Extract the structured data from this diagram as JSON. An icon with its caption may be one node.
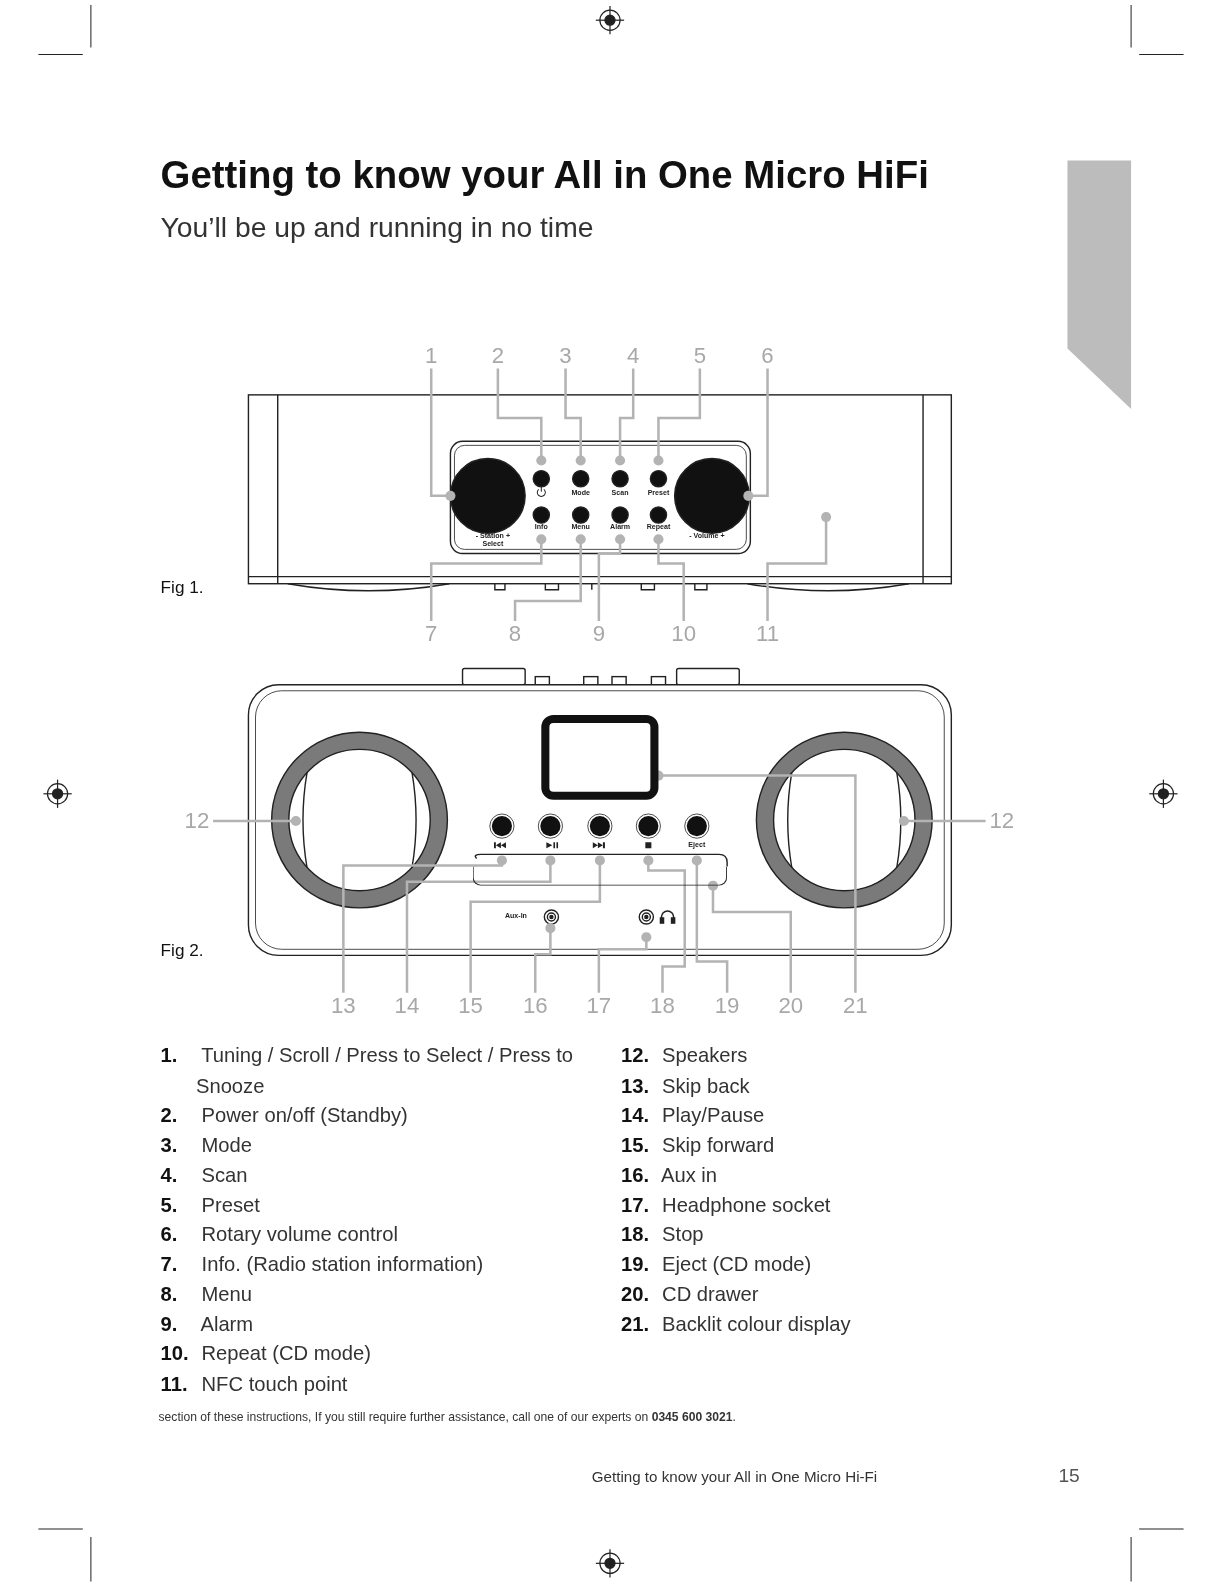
{
  "diagram": {
    "title": "Getting to know your All in One Micro HiFi",
    "nodes": [
      {
        "text": [
          "1"
        ]
      },
      {
        "text": [
          "2"
        ]
      },
      {
        "text": [
          "3"
        ]
      },
      {
        "text": [
          "4"
        ]
      },
      {
        "text": [
          "5"
        ]
      },
      {
        "text": [
          "6"
        ]
      },
      {
        "text": [
          "7"
        ]
      },
      {
        "text": [
          "8"
        ]
      },
      {
        "text": [
          "9"
        ]
      },
      {
        "text": [
          "10"
        ]
      },
      {
        "text": [
          "11"
        ]
      },
      {
        "text": [
          "12"
        ]
      },
      {
        "text": [
          "12"
        ]
      },
      {
        "text": [
          "13"
        ]
      },
      {
        "text": [
          "14"
        ]
      },
      {
        "text": [
          "15"
        ]
      },
      {
        "text": [
          "16"
        ]
      },
      {
        "text": [
          "17"
        ]
      },
      {
        "text": [
          "18"
        ]
      },
      {
        "text": [
          "19"
        ]
      },
      {
        "text": [
          "20"
        ]
      },
      {
        "text": [
          "21"
        ]
      },
      {
        "text": [
          "Info"
        ]
      },
      {
        "text": [
          "Menu"
        ]
      },
      {
        "text": [
          "Alarm"
        ]
      },
      {
        "text": [
          "Repeat"
        ]
      },
      {
        "text": [],
        "shape": "circle"
      },
      {
        "text": [],
        "shape": "circle"
      },
      {
        "text": [],
        "shape": "circle"
      },
      {
        "text": [],
        "shape": "circle"
      },
      {
        "text": [
          "Eject"
        ]
      },
      {
        "text": [
          "Aux-In"
        ]
      },
      {
        "text": [],
        "shape": "box"
      },
      {
        "text": [],
        "shape": "box"
      }
    ],
    "edges": [
      {
        "from": 0,
        "to": null,
        "arrow": "other"
      },
      {
        "from": 1,
        "to": null,
        "arrow": "other"
      },
      {
        "from": 2,
        "to": null,
        "arrow": "other"
      },
      {
        "from": 3,
        "to": null,
        "arrow": "other"
      },
      {
        "from": 4,
        "to": null,
        "arrow": "other"
      },
      {
        "from": 5,
        "to": null,
        "arrow": "other"
      },
      {
        "from": 6,
        "to": 22,
        "arrow": "other"
      },
      {
        "from": 7,
        "to": 23,
        "arrow": "other"
      },
      {
        "from": 8,
        "to": 24,
        "arrow": "other"
      },
      {
        "from": 9,
        "to": 25,
        "arrow": "other"
      },
      {
        "from": 10,
        "to": null,
        "arrow": "other"
      },
      {
        "from": 11,
        "to": null,
        "arrow": "other"
      },
      {
        "from": 12,
        "to": null,
        "arrow": "other"
      },
      {
        "from": 13,
        "to": 26,
        "arrow": "other"
      },
      {
        "from": 14,
        "to": 27,
        "arrow": "other"
      },
      {
        "from": 15,
        "to": 28,
        "arrow": "other"
      },
      {
        "from": 16,
        "to": 31,
        "arrow": "other"
      },
      {
        "from": 17,
        "to": null,
        "arrow": "other"
      },
      {
        "from": 18,
        "to": 29,
        "arrow": "other"
      },
      {
        "from": 19,
        "to": 30,
        "arrow": "other"
      },
      {
        "from": 20,
        "to": 32,
        "arrow": "other"
      },
      {
        "from": 21,
        "to": 33,
        "arrow": "other"
      }
    ],
    "labels": [
      "You’ll be up and running in no time",
      "Mode",
      "Scan",
      "Preset",
      "- Station + Select",
      "- Volume +",
      "Fig 1.",
      "Fig 2.",
      "**1.** Tuning / Scroll / Press to Select / Press to Snooze",
      "**2.** Power on/off (Standby)",
      "**3.** Mode",
      "**4.** Scan",
      "**5.** Preset",
      "**6.** Rotary volume control",
      "**7.** Info. (Radio station information)",
      "**8.** Menu",
      "**9.** Alarm",
      "**10.** Repeat (CD mode)",
      "**11.** NFC touch point",
      "**12.** Speakers",
      "**13.** Skip back",
      "**14.** Play/Pause",
      "**15.** Skip forward",
      "**16.** Aux in",
      "**17.** Headphone socket",
      "**18.** Stop",
      "**19.** Eject (CD mode)",
      "**20.** CD drawer",
      "**21.** Backlit colour display",
      "section of these instructions, If you still require further assistance, call one of our experts on **0345 600 3021**.",
      "Getting to know your All in One Micro Hi-Fi",
      "15"
    ]
  }
}
